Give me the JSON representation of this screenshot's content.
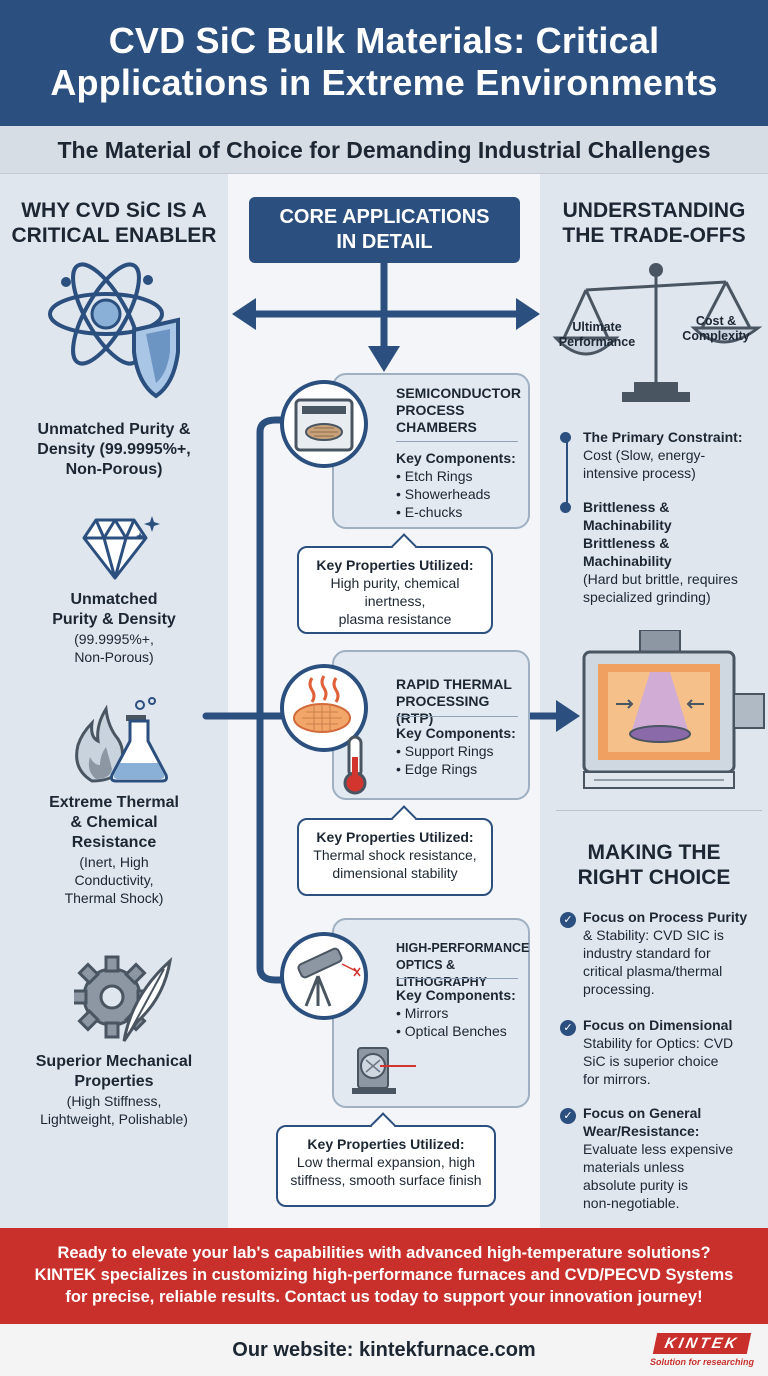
{
  "header": {
    "title_line1": "CVD SiC Bulk Materials: Critical",
    "title_line2": "Applications in Extreme Environments",
    "subtitle": "The Material of Choice for Demanding Industrial Challenges"
  },
  "left": {
    "title_line1": "WHY CVD SiC IS A",
    "title_line2": "CRITICAL ENABLER",
    "items": [
      {
        "title": [
          "Unmatched Purity &",
          "Density (99.9995%+,",
          "Non-Porous)"
        ],
        "desc": [],
        "icon": "atom-shield-icon"
      },
      {
        "title": [
          "Unmatched",
          "Purity & Density"
        ],
        "desc": [
          "(99.9995%+,",
          "Non-Porous)"
        ],
        "icon": "diamond-icon"
      },
      {
        "title": [
          "Extreme Thermal",
          "& Chemical",
          "Resistance"
        ],
        "desc": [
          "(Inert, High",
          "Conductivity,",
          "Thermal Shock)"
        ],
        "icon": "flame-flask-icon"
      },
      {
        "title": [
          "Superior Mechanical",
          "Properties"
        ],
        "desc": [
          "(High Stiffness,",
          "Lightweight, Polishable)"
        ],
        "icon": "gear-feather-icon"
      }
    ]
  },
  "middle": {
    "core_line1": "CORE APPLICATIONS",
    "core_line2": "IN DETAIL",
    "apps": [
      {
        "title": [
          "SEMICONDUCTOR",
          "PROCESS",
          "CHAMBERS"
        ],
        "kc_label": "Key Components:",
        "components": [
          "Etch Rings",
          "Showerheads",
          "E-chucks"
        ],
        "icon": "process-chamber-icon",
        "callout_title": "Key Properties Utilized:",
        "callout_lines": [
          "High purity, chemical",
          "inertness,",
          "plasma resistance"
        ]
      },
      {
        "title": [
          "RAPID THERMAL",
          "PROCESSING (RTP)"
        ],
        "kc_label": "Key Components:",
        "components": [
          "Support Rings",
          "Edge Rings"
        ],
        "icon": "heated-wafer-icon",
        "callout_title": "Key Properties Utilized:",
        "callout_lines": [
          "Thermal shock resistance,",
          "dimensional stability"
        ]
      },
      {
        "title": [
          "HIGH-PERFORMANCE",
          "OPTICS & LITHOGRAPHY"
        ],
        "kc_label": "Key Components:",
        "components": [
          "Mirrors",
          "Optical Benches"
        ],
        "icon": "telescope-icon",
        "callout_title": "Key Properties Utilized:",
        "callout_lines": [
          "Low thermal expansion, high",
          "stiffness, smooth surface finish"
        ]
      }
    ]
  },
  "right": {
    "title_line1": "UNDERSTANDING",
    "title_line2": "THE TRADE-OFFS",
    "scale_left": [
      "Ultimate",
      "Performance"
    ],
    "scale_right": [
      "Cost &",
      "Complexity"
    ],
    "constraints": [
      {
        "bold": [
          "The Primary Constraint:"
        ],
        "text": [
          "Cost (Slow, energy-",
          "intensive process)"
        ]
      },
      {
        "bold": [
          "Brittleness &",
          "Machinability",
          "Brittleness &",
          "Machinability"
        ],
        "text": [
          "(Hard but brittle, requires",
          "specialized grinding)"
        ]
      }
    ],
    "choice_line1": "MAKING THE",
    "choice_line2": "RIGHT CHOICE",
    "choices": [
      {
        "lines": [
          "Focus on Process Purity",
          "& Stability: CVD SIC is",
          "industry standard for",
          "critical plasma/thermal",
          "processing."
        ]
      },
      {
        "lines": [
          "Focus on Dimensional",
          "Stability for Optics: CVD",
          "SiC is superior choice",
          "for mirrors."
        ]
      },
      {
        "lines": [
          "Focus on General",
          "Wear/Resistance:",
          "Evaluate less expensive",
          "materials unless",
          "absolute purity is",
          "non-negotiable."
        ]
      }
    ]
  },
  "footer": {
    "line1": "Ready to elevate your lab's capabilities with advanced high-temperature solutions?",
    "line2": "KINTEK specializes in customizing high-performance furnaces and CVD/PECVD Systems",
    "line3": "for precise, reliable results. Contact us today to support your innovation journey!",
    "website": "Our website: kintekfurnace.com",
    "logo_text": "KINTEK",
    "logo_tag": "Solution for researching"
  }
}
